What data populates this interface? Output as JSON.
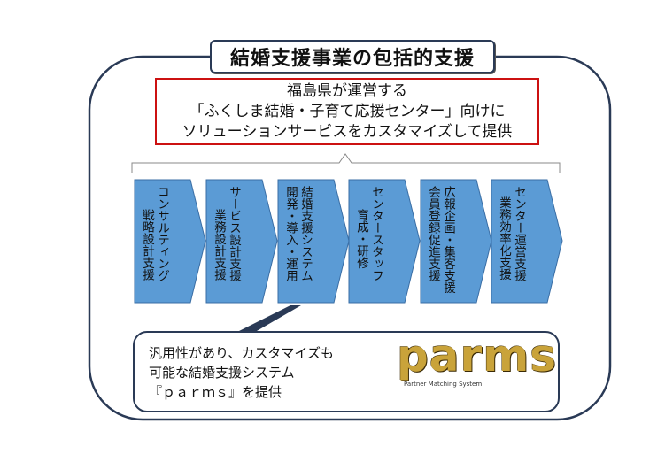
{
  "title": "結婚支援事業の包括的支援",
  "red_box": {
    "line1": "福島県が運営する",
    "line2": "「ふくしま結婚・子育て応援センター」向けに",
    "line3": "ソリューションサービスをカスタマイズして提供"
  },
  "steps": [
    {
      "col1": "コンサルティング",
      "col2": "戦略設計支援"
    },
    {
      "col1": "サービス設計支援",
      "col2": "業務設計支援"
    },
    {
      "col1": "結婚支援システム",
      "col2": "開発・導入・運用"
    },
    {
      "col1": "センタースタッフ",
      "col2": "育成・研修"
    },
    {
      "col1": "広報企画・集客支援",
      "col2": "会員登録促進支援"
    },
    {
      "col1": "センター運営支援",
      "col2": "業務効率化支援"
    }
  ],
  "bottom": {
    "line1": "汎用性があり、カスタマイズも",
    "line2": "可能な結婚支援システム",
    "line3": "『ｐａｒｍｓ』を提供"
  },
  "logo": {
    "word": "parms",
    "tagline": "Partner Matching System"
  },
  "colors": {
    "frame": "#2a3a56",
    "arrow_fill": "#5b9bd5",
    "arrow_stroke": "#3a6ea5",
    "red_border": "#cc1111",
    "logo_gold": "#c9a33a"
  }
}
